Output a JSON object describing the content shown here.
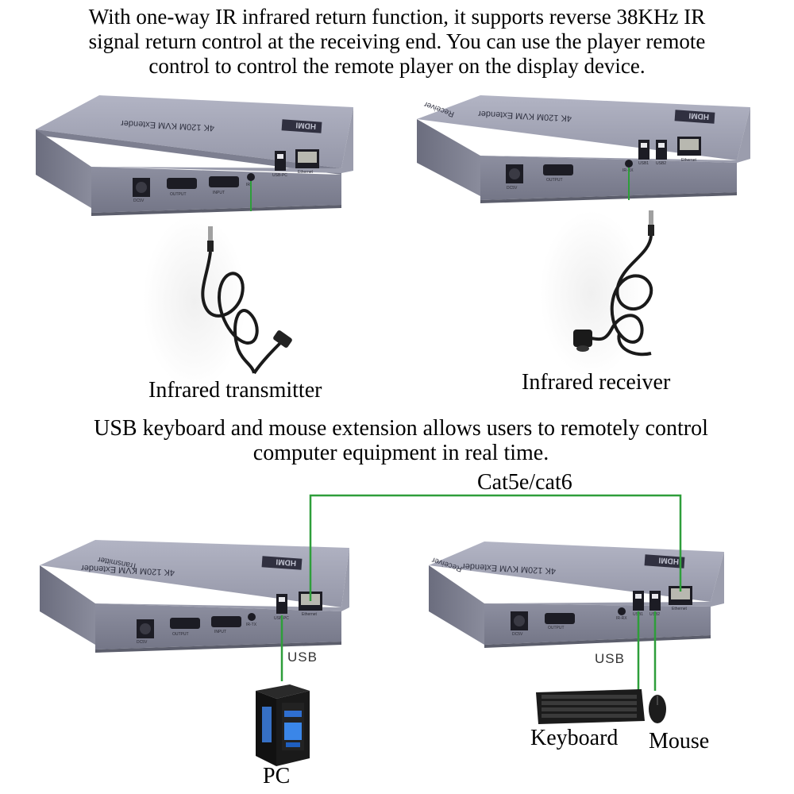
{
  "top_caption": {
    "line1": "With one-way IR infrared return function, it supports reverse 38KHz IR",
    "line2": "signal return control at the receiving end. You can use the player remote",
    "line3": "control to control the remote player on the display device."
  },
  "mid_caption": {
    "line1": "USB keyboard and mouse extension allows users to remotely control",
    "line2": "computer equipment in real time."
  },
  "labels": {
    "ir_transmitter": "Infrared transmitter",
    "ir_receiver": "Infrared receiver",
    "cable": "Cat5e/cat6",
    "usb_left": "USB",
    "usb_right": "USB",
    "pc": "PC",
    "keyboard": "Keyboard",
    "mouse": "Mouse"
  },
  "device_labels": {
    "top_text": "4K 120M KVM Extender",
    "brand": "HDMI",
    "transmitter": "Transmitter",
    "receiver": "Receiver",
    "port_dc": "DC5V",
    "port_output": "OUTPUT",
    "port_input": "INPUT",
    "port_ir": "IR",
    "port_usb_pc": "USB-PC",
    "port_usb1": "USB1",
    "port_usb2": "USB2",
    "port_ethernet": "Ethernet"
  },
  "colors": {
    "connector_line": "#2e9e3a",
    "device_body": "#8c8e9e",
    "device_top": "#a3a5b5"
  }
}
